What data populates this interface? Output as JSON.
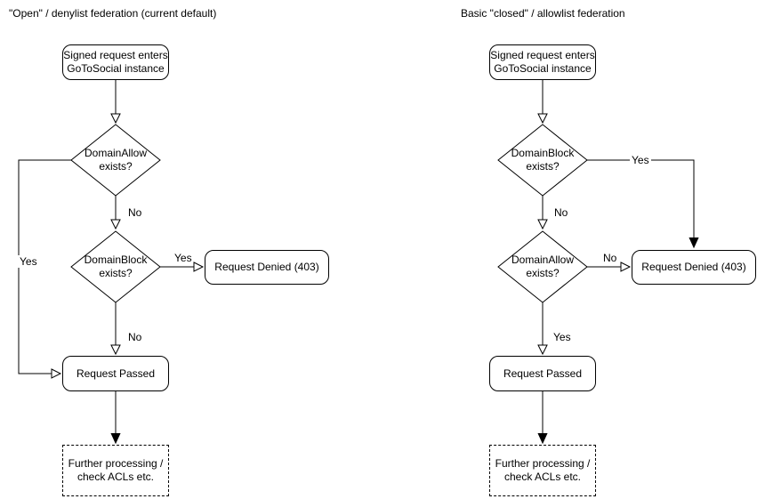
{
  "left_flow": {
    "title": "\"Open\" / denylist federation (current default)",
    "nodes": {
      "start": "Signed request enters\nGoToSocial instance",
      "domain_allow": "DomainAllow\nexists?",
      "domain_block": "DomainBlock\nexists?",
      "request_denied": "Request Denied (403)",
      "request_passed": "Request Passed",
      "further_processing": "Further processing /\ncheck ACLs etc."
    },
    "edge_labels": {
      "allow_no": "No",
      "allow_yes": "Yes",
      "block_yes": "Yes",
      "block_no": "No"
    }
  },
  "right_flow": {
    "title": "Basic \"closed\" / allowlist federation",
    "nodes": {
      "start": "Signed request enters\nGoToSocial instance",
      "domain_block": "DomainBlock\nexists?",
      "domain_allow": "DomainAllow\nexists?",
      "request_denied": "Request Denied (403)",
      "request_passed": "Request Passed",
      "further_processing": "Further processing /\ncheck ACLs etc."
    },
    "edge_labels": {
      "block_yes": "Yes",
      "block_no": "No",
      "allow_no": "No",
      "allow_yes": "Yes"
    }
  }
}
